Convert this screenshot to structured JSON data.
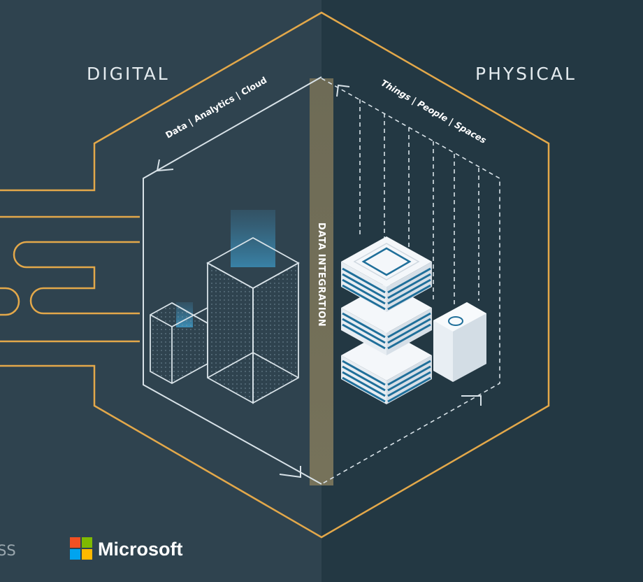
{
  "labels": {
    "digital": "DIGITAL",
    "physical": "PHYSICAL",
    "digital_caption": "Data | Analytics | Cloud",
    "physical_caption": "Things | People | Spaces",
    "integration": "DATA INTEGRATION",
    "left_fragment": "SS"
  },
  "brand": {
    "name": "Microsoft"
  },
  "colors": {
    "background_left": "#2f434f",
    "background_right": "#233843",
    "accent_gold": "#e3a84a",
    "outline": "#d8e2e8",
    "integration_band": "#6d6a55",
    "building_blue": "#1f6f9a",
    "ms_red": "#f25022",
    "ms_green": "#7fba00",
    "ms_blue": "#00a4ef",
    "ms_yellow": "#ffb900"
  },
  "icons": [
    "microsoft-logo-icon",
    "arrow-corner-icon"
  ]
}
